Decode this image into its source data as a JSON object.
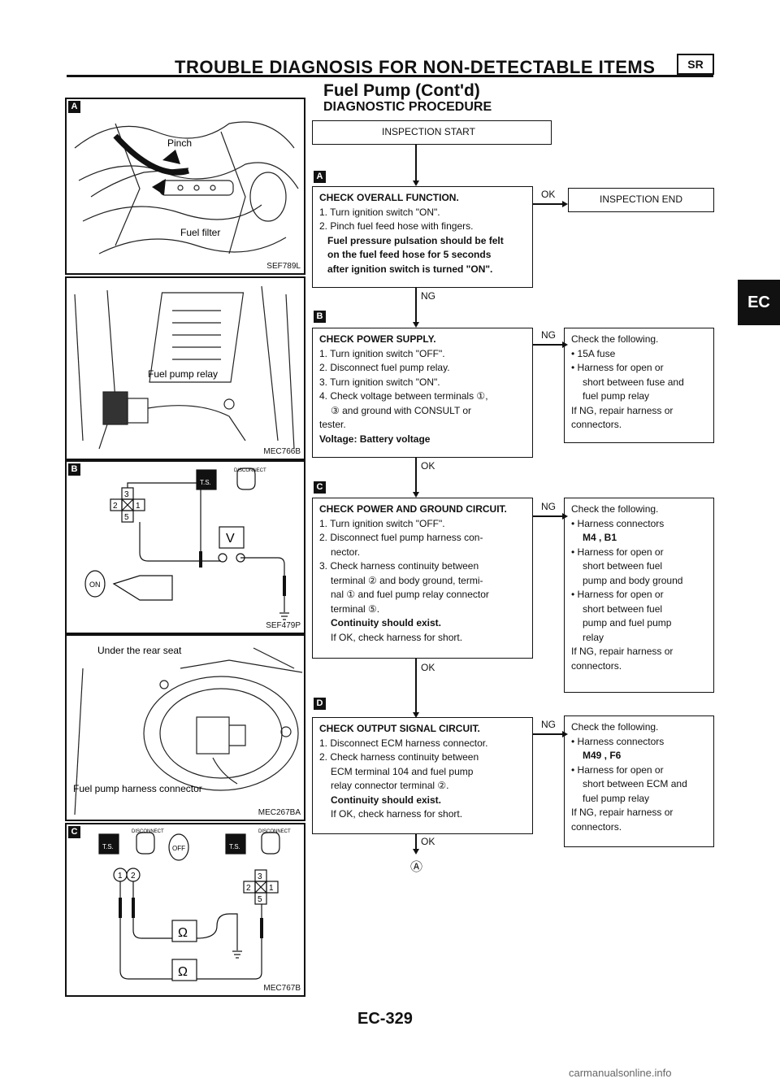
{
  "header": {
    "title": "TROUBLE DIAGNOSIS FOR NON-DETECTABLE ITEMS",
    "badge": "SR",
    "subtitle": "Fuel Pump (Cont'd)",
    "section": "DIAGNOSTIC PROCEDURE",
    "side_tab": "EC"
  },
  "figures": {
    "f1": {
      "code": "SEF789L",
      "label1": "Pinch",
      "label2": "Fuel filter",
      "mark": "A"
    },
    "f2": {
      "code": "MEC766B",
      "label1": "Fuel pump relay"
    },
    "f3": {
      "code": "SEF479P",
      "label1": "DISCONNECT",
      "mark": "B",
      "pin1": "3",
      "pin2": "2",
      "pin3": "1",
      "pin4": "5",
      "meter": "V",
      "ts": "T.S.",
      "key": "ON"
    },
    "f4": {
      "code": "MEC267BA",
      "label1": "Under the rear seat",
      "label2": "Fuel pump harness connector"
    },
    "f5": {
      "code": "MEC767B",
      "mark": "C",
      "label1": "DISCONNECT",
      "label2": "DISCONNECT",
      "pin1": "1",
      "pin2": "2",
      "pin3": "3",
      "pin4": "2",
      "pin5": "1",
      "pin6": "5",
      "ohm": "Ω",
      "ts": "T.S.",
      "key": "OFF"
    }
  },
  "flow": {
    "start": "INSPECTION START",
    "end": "INSPECTION END",
    "ok": "OK",
    "ng": "NG",
    "steps": [
      {
        "mark": "A",
        "title": "CHECK OVERALL FUNCTION.",
        "l1": "1. Turn ignition switch \"ON\".",
        "l2": "2. Pinch fuel feed hose with fingers.",
        "b1": "Fuel pressure pulsation should be felt",
        "b2": "on the fuel feed hose for 5 seconds",
        "b3": "after ignition switch is turned \"ON\"."
      },
      {
        "mark": "B",
        "title": "CHECK POWER SUPPLY.",
        "l1": "1. Turn ignition switch \"OFF\".",
        "l2": "2. Disconnect fuel pump relay.",
        "l3": "3. Turn ignition switch \"ON\".",
        "l4": "4. Check voltage between terminals ①,",
        "l5": "③ and ground with CONSULT or",
        "l6": "tester.",
        "b1": "Voltage: Battery voltage",
        "s1": "Check the following.",
        "s2": "• 15A fuse",
        "s3": "• Harness for open or",
        "s4": "short between fuse and",
        "s5": "fuel pump relay",
        "s6": "If NG, repair harness or",
        "s7": "connectors."
      },
      {
        "mark": "C",
        "title": "CHECK POWER AND GROUND CIRCUIT.",
        "l1": "1. Turn ignition switch \"OFF\".",
        "l2": "2. Disconnect fuel pump harness con-",
        "l3": "nector.",
        "l4": "3. Check harness continuity between",
        "l5": "terminal ② and body ground, termi-",
        "l6": "nal ① and fuel pump relay connector",
        "l7": "terminal ⑤.",
        "b1": "Continuity should exist.",
        "l8": "If OK, check harness for short.",
        "s1": "Check the following.",
        "s2": "• Harness connectors",
        "s3": "M4 , B1",
        "s4": "• Harness for open or",
        "s5": "short between fuel",
        "s6": "pump and body ground",
        "s7": "• Harness for open or",
        "s8": "short between fuel",
        "s9": "pump and fuel pump",
        "s10": "relay",
        "s11": "If NG, repair harness or",
        "s12": "connectors."
      },
      {
        "mark": "D",
        "title": "CHECK OUTPUT SIGNAL CIRCUIT.",
        "l1": "1. Disconnect ECM harness connector.",
        "l2": "2. Check harness continuity between",
        "l3": "ECM terminal 104 and fuel pump",
        "l4": "relay connector terminal ②.",
        "b1": "Continuity should exist.",
        "l5": "If OK, check harness for short.",
        "s1": "Check the following.",
        "s2": "• Harness connectors",
        "s3": "M49 , F6",
        "s4": "• Harness for open or",
        "s5": "short between ECM and",
        "s6": "fuel pump relay",
        "s7": "If NG, repair harness or",
        "s8": "connectors."
      }
    ],
    "next": "Ⓐ"
  },
  "footer": {
    "page": "EC-329",
    "watermark": "carmanualsonline.info"
  }
}
